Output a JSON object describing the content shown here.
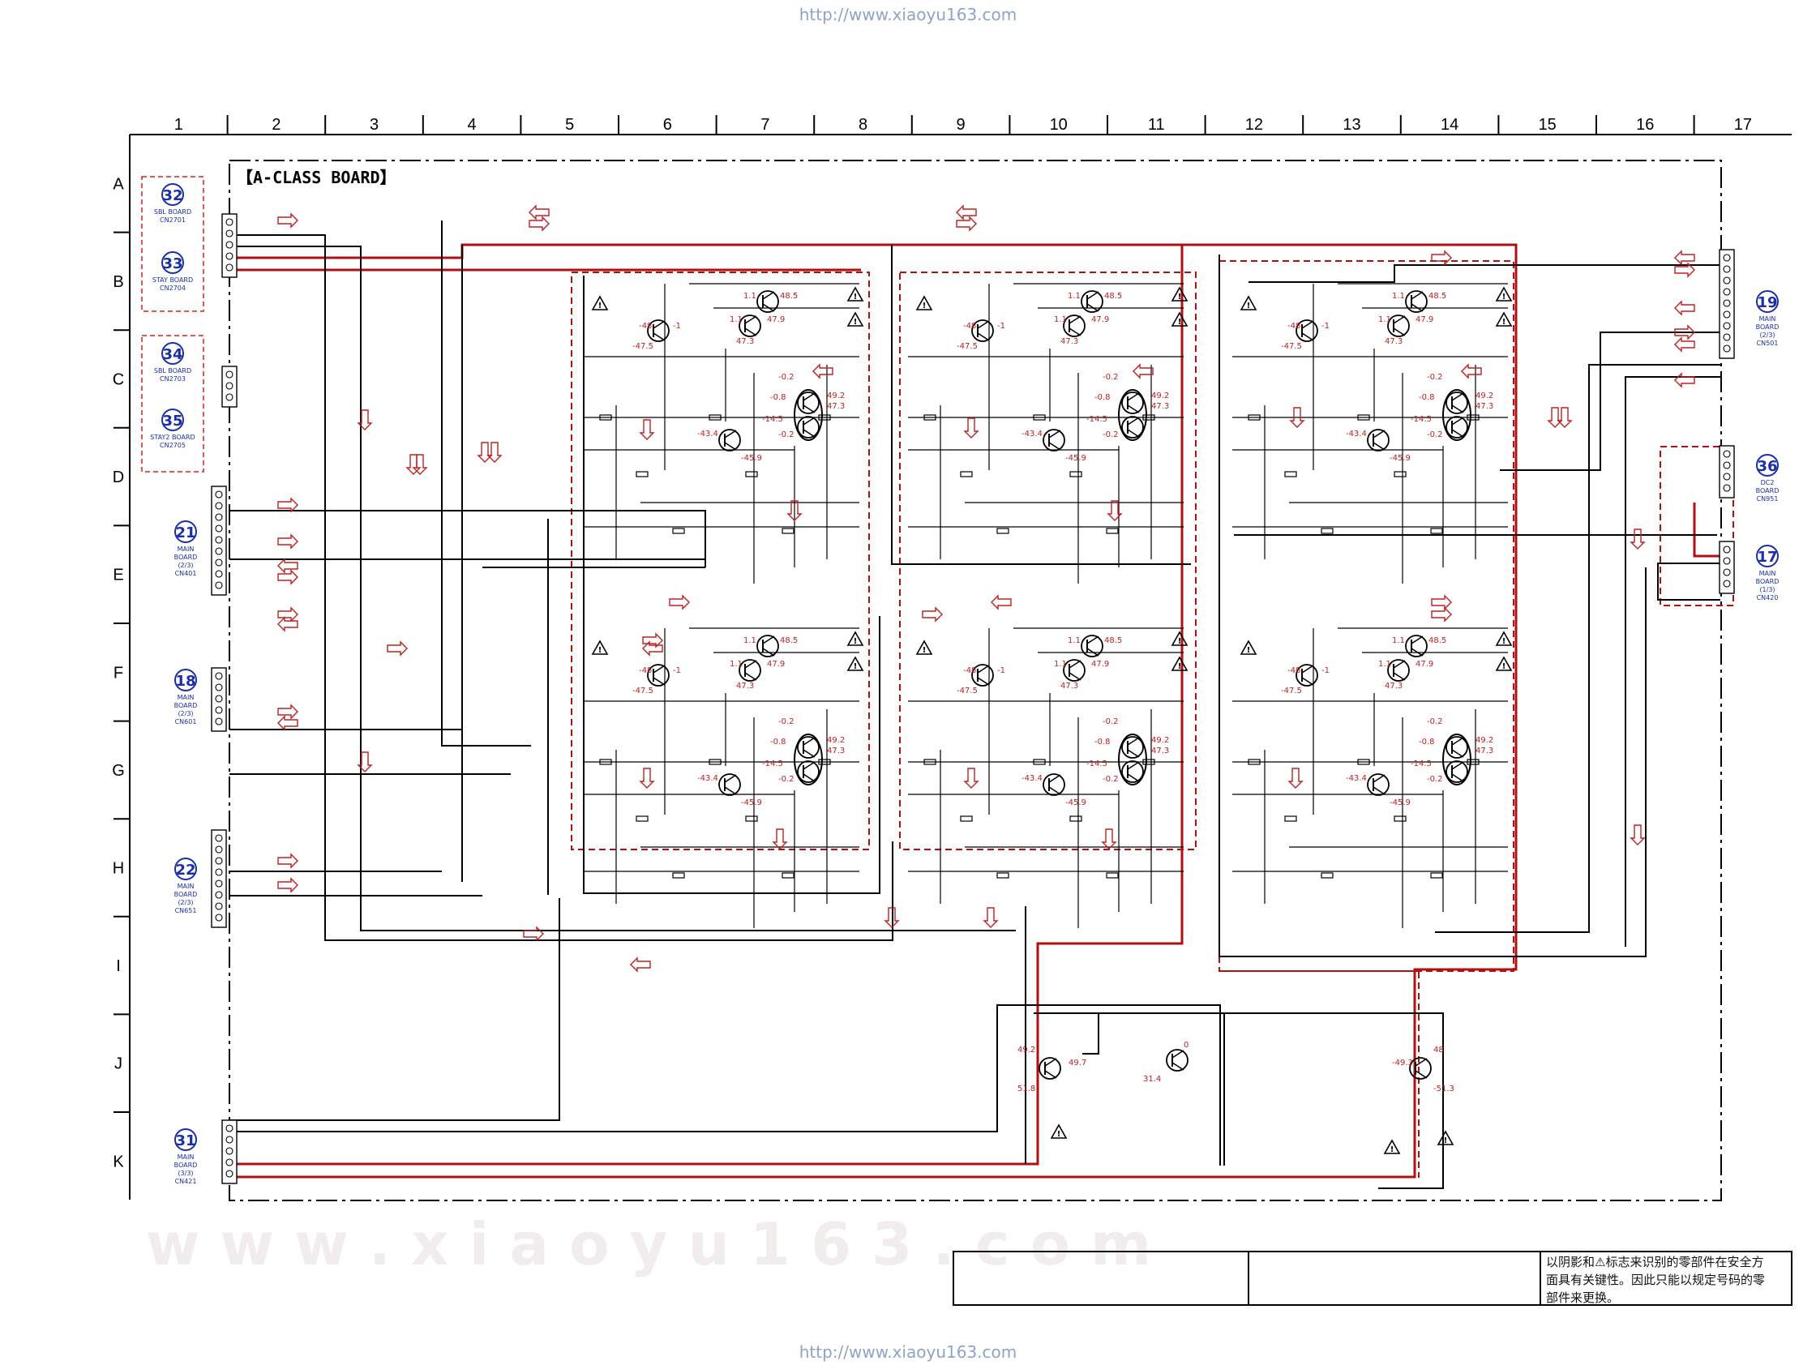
{
  "header_url": "http://www.xiaoyu163.com",
  "footer_url": "http://www.xiaoyu163.com",
  "board_title": "【A-CLASS BOARD】",
  "columns": [
    "1",
    "2",
    "3",
    "4",
    "5",
    "6",
    "7",
    "8",
    "9",
    "10",
    "11",
    "12",
    "13",
    "14",
    "15",
    "16",
    "17"
  ],
  "rows": [
    "A",
    "B",
    "C",
    "D",
    "E",
    "F",
    "G",
    "H",
    "I",
    "J",
    "K"
  ],
  "watermark": "w w w . x i a o y u 1 6 3 . c o m",
  "connectors_left": [
    {
      "num": "32",
      "line1": "SBL BOARD",
      "line2": "CN2701"
    },
    {
      "num": "33",
      "line1": "STAY BOARD",
      "line2": "CN2704"
    },
    {
      "num": "34",
      "line1": "SBL BOARD",
      "line2": "CN2703"
    },
    {
      "num": "35",
      "line1": "STAY2 BOARD",
      "line2": "CN2705"
    },
    {
      "num": "21",
      "line1": "MAIN",
      "line2": "BOARD",
      "line3": "(2/3)",
      "line4": "CN401"
    },
    {
      "num": "18",
      "line1": "MAIN",
      "line2": "BOARD",
      "line3": "(2/3)",
      "line4": "CN601"
    },
    {
      "num": "22",
      "line1": "MAIN",
      "line2": "BOARD",
      "line3": "(2/3)",
      "line4": "CN651"
    },
    {
      "num": "31",
      "line1": "MAIN",
      "line2": "BOARD",
      "line3": "(3/3)",
      "line4": "CN421"
    }
  ],
  "connectors_right": [
    {
      "num": "19",
      "line1": "MAIN",
      "line2": "BOARD",
      "line3": "(2/3)",
      "line4": "CN501"
    },
    {
      "num": "36",
      "line1": "DC2",
      "line2": "BOARD",
      "line3": "CN951"
    },
    {
      "num": "17",
      "line1": "MAIN",
      "line2": "BOARD",
      "line3": "(1/3)",
      "line4": "CN420"
    }
  ],
  "voltages": {
    "v1": "1.1",
    "v2": "48.5",
    "v3": "47.9",
    "v4": "47.3",
    "v5": "-48",
    "v6": "-1",
    "v7": "-47.5",
    "v8": "-0.2",
    "v9": "-0.8",
    "v10": "-14.5",
    "v11": "49.2",
    "v12": "-43.4",
    "v13": "-45.9",
    "v14": "47.3",
    "j1": "49.2",
    "j2": "49.7",
    "j3": "51.8",
    "j4": "0",
    "j5": "31.4",
    "j6": "48",
    "j7": "-49.3",
    "j8": "-51.3"
  },
  "safety_note": [
    "以阴影和⚠标志来识别的零部件在安全方",
    "面具有关键性。因此只能以规定号码的零",
    "部件来更换。"
  ],
  "colors": {
    "red_rail": "#b01010",
    "ground": "#000000",
    "connector_blue": "#1a2fa8",
    "annotation_red": "#c02020"
  }
}
